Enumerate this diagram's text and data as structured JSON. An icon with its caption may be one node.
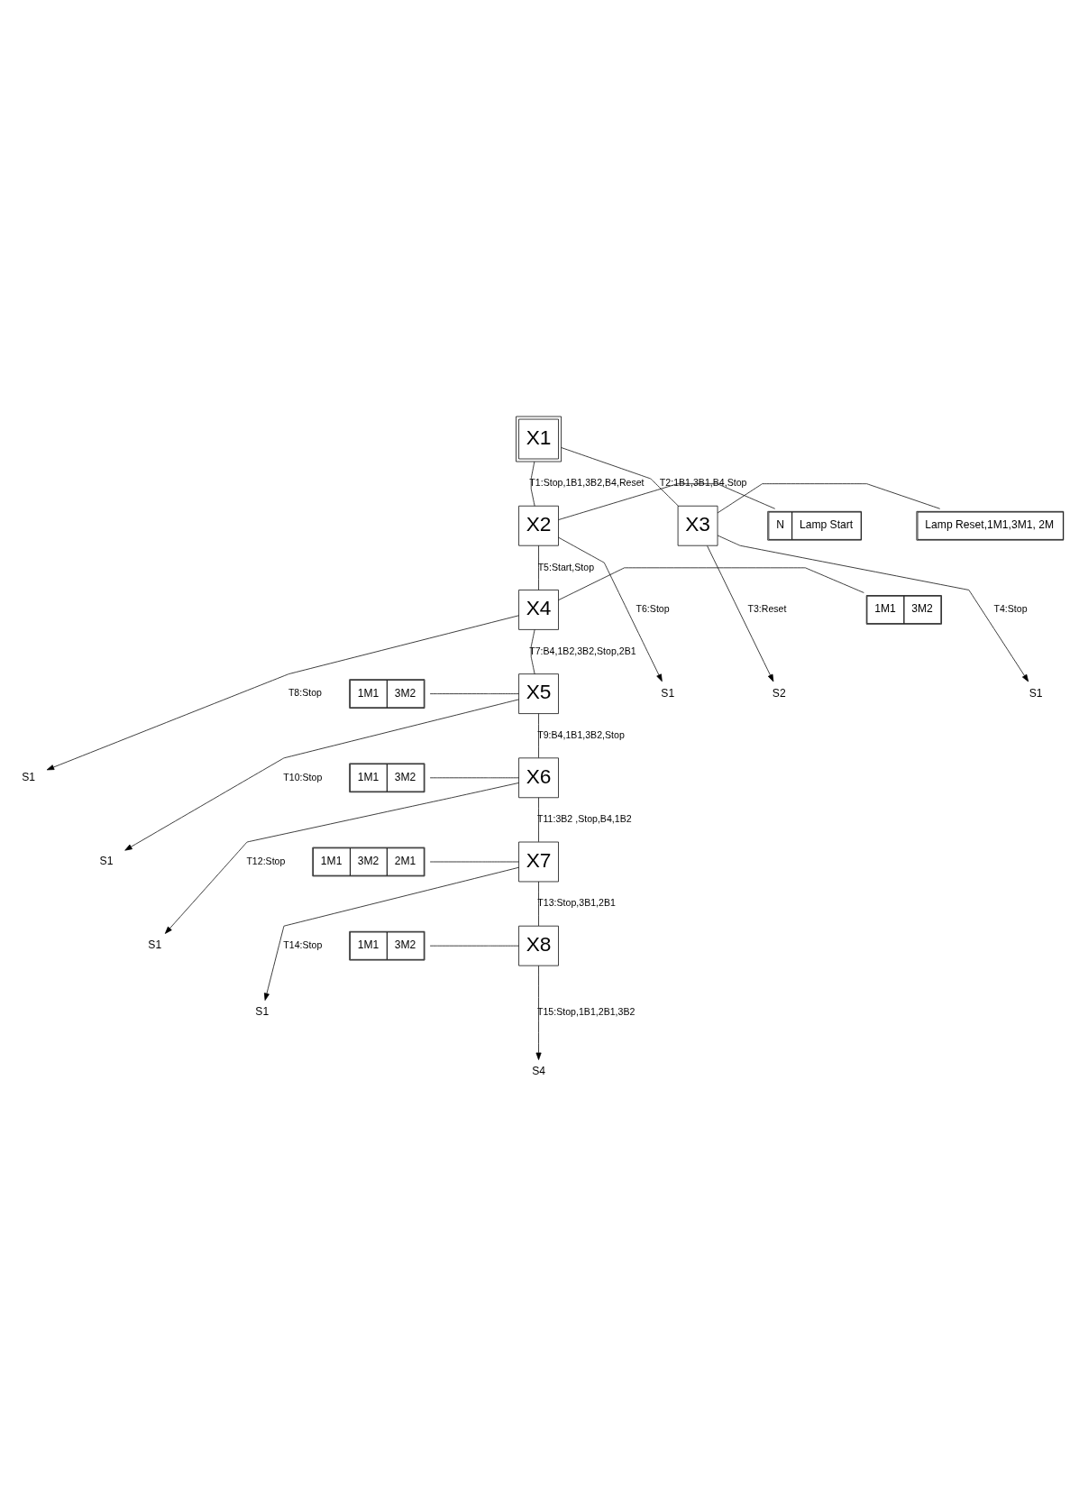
{
  "diagram": {
    "nodes": [
      {
        "text": [
          "X1"
        ]
      },
      {
        "text": [
          "X2"
        ]
      },
      {
        "text": [
          "N",
          "Lamp Start"
        ]
      },
      {
        "text": [
          "X3"
        ]
      },
      {
        "text": [
          "Lamp Reset,1M1,3M1, 2M"
        ]
      },
      {
        "text": [
          "S2"
        ]
      },
      {
        "text": [
          "S1"
        ]
      },
      {
        "text": [
          "X4"
        ]
      },
      {
        "text": [
          "1M1",
          "3M2"
        ]
      },
      {
        "text": [
          "S1"
        ]
      },
      {
        "text": [
          "X5"
        ]
      },
      {
        "text": [
          "1M1",
          "3M2"
        ]
      },
      {
        "text": [
          "S1"
        ]
      },
      {
        "text": [
          "X6"
        ]
      },
      {
        "text": [
          "1M1",
          "3M2"
        ]
      },
      {
        "text": [
          "S1"
        ]
      },
      {
        "text": [
          "X7"
        ]
      },
      {
        "text": [
          "1M1",
          "3M2",
          "2M1"
        ]
      },
      {
        "text": [
          "S1"
        ]
      },
      {
        "text": [
          "X8"
        ]
      },
      {
        "text": [
          "1M1",
          "3M2"
        ]
      },
      {
        "text": [
          "S1"
        ]
      },
      {
        "text": [
          "S4"
        ]
      }
    ],
    "edges": [
      {
        "from": 0,
        "to": 1,
        "arrow": "none",
        "label": "T1:Stop,1B1,3B2,B4,Reset"
      },
      {
        "from": 0,
        "to": 3,
        "arrow": "none",
        "label": "T2:1B1,3B1,B4,Stop"
      },
      {
        "from": 2,
        "to": 1,
        "arrow": "none"
      },
      {
        "from": 3,
        "to": 4,
        "arrow": "none"
      },
      {
        "from": 3,
        "to": 5,
        "arrow": "to",
        "label": "T3:Reset"
      },
      {
        "from": 3,
        "to": 6,
        "arrow": "to",
        "label": "T4:Stop"
      },
      {
        "from": 1,
        "to": 7,
        "arrow": "none",
        "label": "T5:Start,Stop"
      },
      {
        "from": 1,
        "to": 9,
        "arrow": "to",
        "label": "T6:Stop"
      },
      {
        "from": 8,
        "to": 7,
        "arrow": "none"
      },
      {
        "from": 7,
        "to": 10,
        "arrow": "none",
        "label": "T7:B4,1B2,3B2,Stop,2B1"
      },
      {
        "from": 7,
        "to": 12,
        "arrow": "to",
        "label": "T8:Stop"
      },
      {
        "from": 11,
        "to": 10,
        "arrow": "none"
      },
      {
        "from": 10,
        "to": 13,
        "arrow": "none",
        "label": "T9:B4,1B1,3B2,Stop"
      },
      {
        "from": 10,
        "to": 15,
        "arrow": "to",
        "label": "T10:Stop"
      },
      {
        "from": 14,
        "to": 13,
        "arrow": "none"
      },
      {
        "from": 13,
        "to": 16,
        "arrow": "none",
        "label": "T11:3B2 ,Stop,B4,1B2"
      },
      {
        "from": 13,
        "to": 18,
        "arrow": "to",
        "label": "T12:Stop"
      },
      {
        "from": 17,
        "to": 16,
        "arrow": "none"
      },
      {
        "from": 16,
        "to": 19,
        "arrow": "none",
        "label": "T13:Stop,3B1,2B1"
      },
      {
        "from": 16,
        "to": 21,
        "arrow": "to",
        "label": "T14:Stop"
      },
      {
        "from": 20,
        "to": 19,
        "arrow": "none"
      },
      {
        "from": 19,
        "to": 22,
        "arrow": "to",
        "label": "T15:Stop,1B1,2B1,3B2"
      }
    ]
  }
}
